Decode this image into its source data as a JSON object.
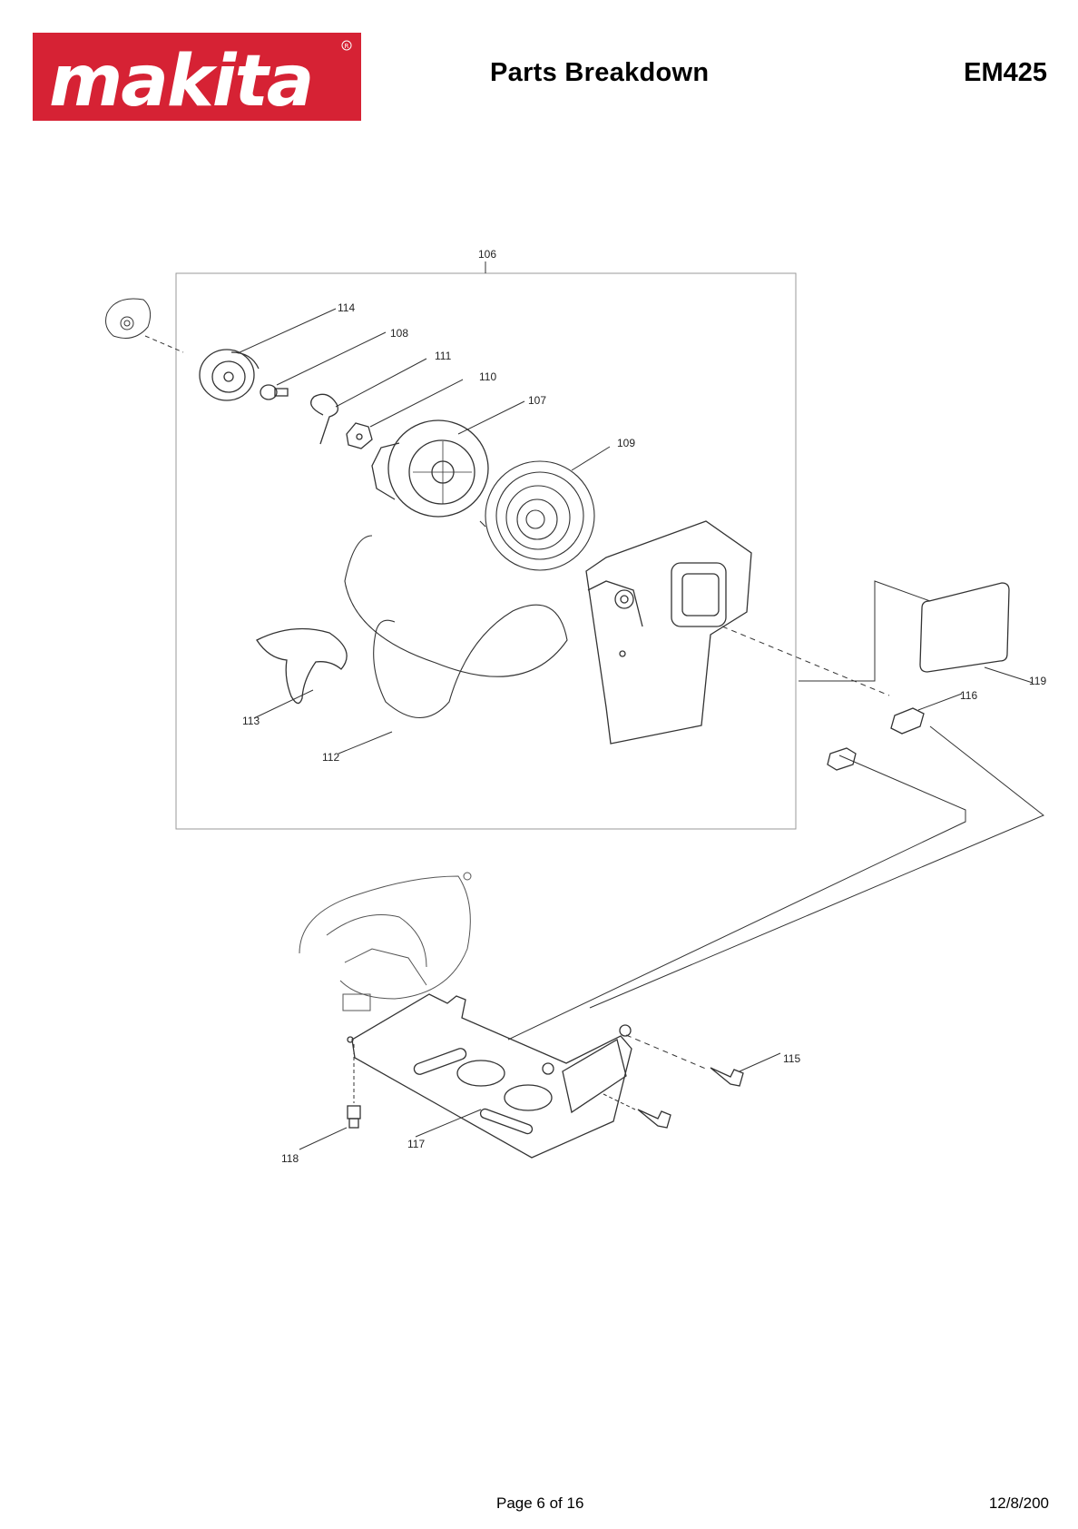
{
  "header": {
    "logo_text": "makita",
    "title": "Parts Breakdown",
    "model": "EM425"
  },
  "diagram": {
    "callouts": [
      "106",
      "114",
      "108",
      "111",
      "110",
      "107",
      "109",
      "113",
      "112",
      "119",
      "116",
      "115",
      "117",
      "118"
    ]
  },
  "footer": {
    "page": "Page 6 of 16",
    "date": "12/8/200"
  },
  "colors": {
    "brand_red": "#d62234",
    "line": "#333333"
  }
}
